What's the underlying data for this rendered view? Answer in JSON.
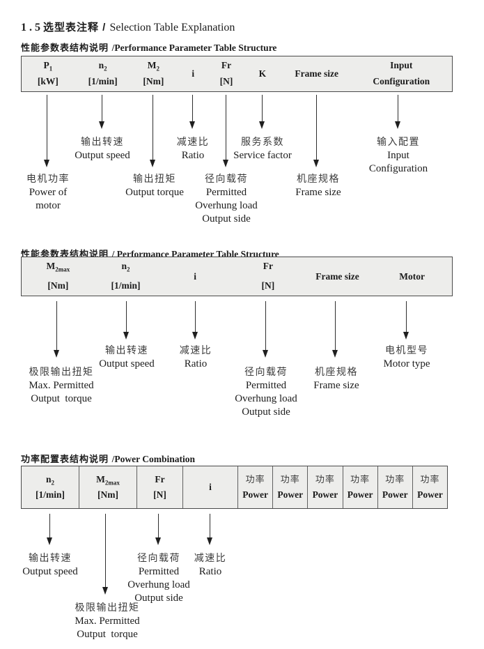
{
  "title": {
    "num": "1 . 5 ",
    "zh": "选型表注释 / ",
    "en": "Selection Table Explanation"
  },
  "colors": {
    "table_bg": "#ededeb",
    "table_border": "#4a4a4a",
    "ink": "#1c1c1c"
  },
  "sections": [
    {
      "heading": {
        "zh": "性能参数表结构说明 ",
        "en": "/Performance Parameter Table Structure"
      },
      "table": {
        "cells": [
          {
            "sym": "P",
            "sub": "1",
            "unit": "[kW]"
          },
          {
            "sym": "n",
            "sub": "2",
            "unit": "[1/min]"
          },
          {
            "sym": "M",
            "sub": "2",
            "unit": "[Nm]"
          },
          {
            "sym": "i"
          },
          {
            "sym": "Fr",
            "unit": "[N]"
          },
          {
            "sym": "K"
          },
          {
            "sym": "Frame size"
          },
          {
            "sym": "Input",
            "unit": "Configuration"
          }
        ]
      },
      "upper_labels": [
        {
          "lines": [
            "输出转速",
            "Output speed"
          ]
        },
        {
          "lines": [
            "减速比",
            "Ratio"
          ]
        },
        {
          "lines": [
            "服务系数",
            "Service factor"
          ]
        },
        {
          "lines": [
            "输入配置",
            "Input",
            "Configuration"
          ]
        }
      ],
      "lower_labels": [
        {
          "lines": [
            "电机功率",
            "Power of",
            "motor"
          ]
        },
        {
          "lines": [
            "输出扭矩",
            "Output torque"
          ]
        },
        {
          "lines": [
            "径向载荷",
            "Permitted",
            "Overhung load",
            "Output side"
          ]
        },
        {
          "lines": [
            "机座规格",
            "Frame size"
          ]
        }
      ]
    },
    {
      "heading": {
        "zh": "性能参数表结构说明 ",
        "en": "/ Performance Parameter Table Structure"
      },
      "table": {
        "cells": [
          {
            "sym": "M",
            "sub": "2max",
            "unit": "[Nm]"
          },
          {
            "sym": "n",
            "sub": "2",
            "unit": "[1/min]"
          },
          {
            "sym": "i"
          },
          {
            "sym": "Fr",
            "unit": "[N]"
          },
          {
            "sym": "Frame size"
          },
          {
            "sym": "Motor"
          }
        ]
      },
      "upper_labels": [
        {
          "lines": [
            "输出转速",
            "Output speed"
          ]
        },
        {
          "lines": [
            "减速比",
            "Ratio"
          ]
        },
        {
          "lines": [
            "电机型号",
            "Motor type"
          ]
        }
      ],
      "lower_labels": [
        {
          "lines": [
            "极限输出扭矩",
            "Max. Permitted",
            "Output  torque"
          ]
        },
        {
          "lines": [
            "径向载荷",
            "Permitted",
            "Overhung load",
            "Output side"
          ]
        },
        {
          "lines": [
            "机座规格",
            "Frame size"
          ]
        }
      ]
    },
    {
      "heading": {
        "zh": "功率配置表结构说明 ",
        "en": "/Power Combination"
      },
      "table": {
        "cells": [
          {
            "sym": "n",
            "sub": "2",
            "unit": "[1/min]"
          },
          {
            "sym": "M",
            "sub": "2max",
            "unit": "[Nm]"
          },
          {
            "sym": "Fr",
            "unit": "[N]"
          },
          {
            "sym": "i"
          }
        ],
        "power": {
          "zh": "功率",
          "en": "Power"
        }
      },
      "upper_labels": [
        {
          "lines": [
            "输出转速",
            "Output speed"
          ]
        },
        {
          "lines": [
            "径向载荷",
            "Permitted",
            "Overhung load",
            "Output side"
          ]
        },
        {
          "lines": [
            "减速比",
            "Ratio"
          ]
        }
      ],
      "lower_labels": [
        {
          "lines": [
            "极限输出扭矩",
            "Max. Permitted",
            "Output  torque"
          ]
        }
      ]
    }
  ]
}
